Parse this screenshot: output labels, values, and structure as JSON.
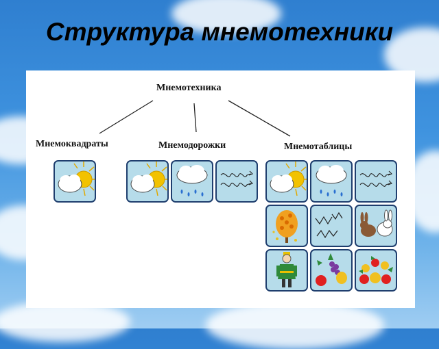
{
  "slide": {
    "title": "Структура мнемотехники"
  },
  "diagram": {
    "root": "Мнемотехника",
    "branches": [
      {
        "label": "Мнемоквадраты",
        "cells": [
          "sun-cloud-icon"
        ]
      },
      {
        "label": "Мнемодорожки",
        "cells": [
          "sun-cloud-icon",
          "rain-cloud-icon",
          "wind-icon"
        ]
      },
      {
        "label": "Мнемотаблицы",
        "cells": [
          "sun-cloud-icon",
          "rain-cloud-icon",
          "wind-icon",
          "autumn-tree-icon",
          "flying-birds-icon",
          "hares-icon",
          "child-in-coat-icon",
          "fruit-basket-icon",
          "fruit-pile-icon"
        ]
      }
    ]
  },
  "colors": {
    "cell_fill": "#b6dcea",
    "cell_border": "#1f3e6e",
    "sun": "#f2c200"
  }
}
